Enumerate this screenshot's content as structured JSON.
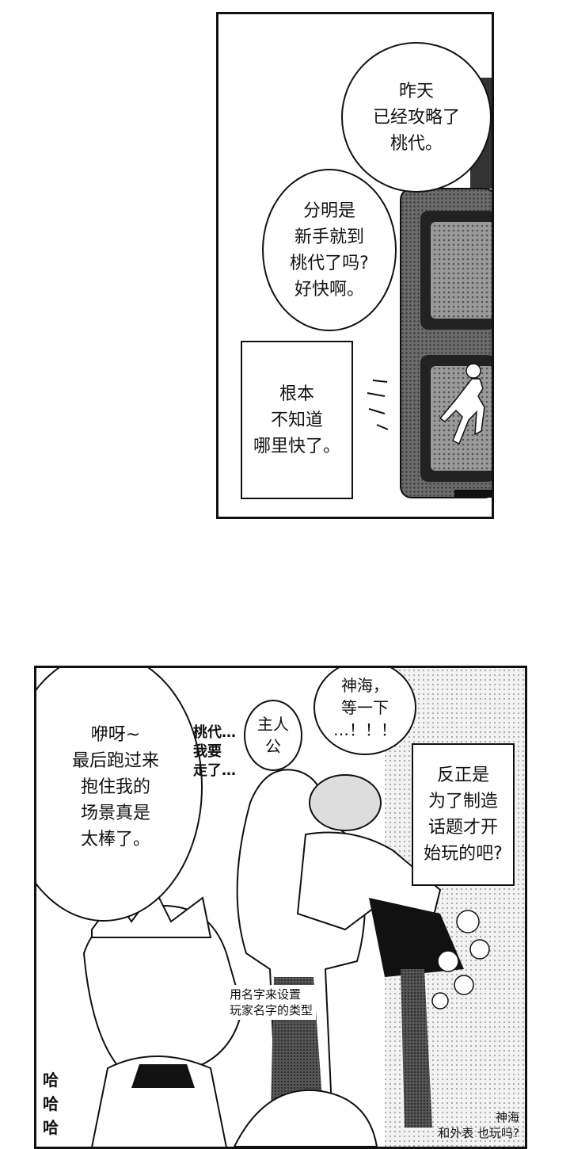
{
  "panel1": {
    "bubble_yesterday": "昨天\n已经攻略了\n桃代。",
    "bubble_newbie": "分明是\n新手就到\n桃代了吗?\n好快啊。",
    "box_dontknow": "根本\n不知道\n哪里快了。"
  },
  "panel2": {
    "bubble_scene": "咿呀~\n最后跑过来\n抱住我的\n场景真是\n太棒了。",
    "sfx_momoyo": "桃代…\n我要\n走了…",
    "bubble_protagonist": "主人\n公",
    "bubble_kamiumi": "神海，\n等一下\n…！！！",
    "box_topic": "反正是\n为了制造\n话题才开\n始玩的吧?",
    "caption_name": "用名字来设置\n玩家名字的类型",
    "sfx_laugh": "哈\n哈\n哈",
    "caption_bottom": "神海\n和外表 也玩吗?"
  },
  "colors": {
    "ink": "#111111",
    "paper": "#ffffff",
    "screen": "#4a4a4a"
  }
}
